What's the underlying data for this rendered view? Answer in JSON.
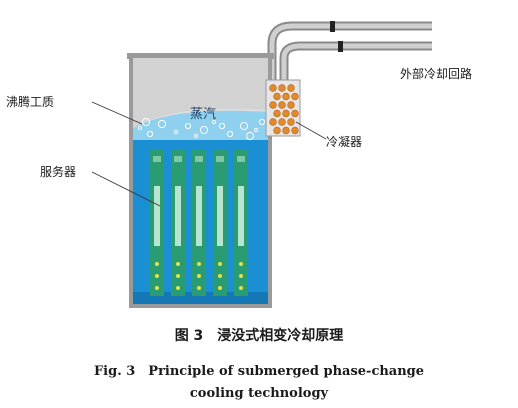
{
  "labels": {
    "boiling_fluid": "沸腾工质",
    "vapor": "蒸汽",
    "server": "服务器",
    "condenser": "冷凝器",
    "external_loop": "外部冷却回路"
  },
  "caption": {
    "zh": "图 3　浸没式相变冷却原理",
    "en_line1": "Fig. 3　Principle of submerged phase-change",
    "en_line2": "cooling technology"
  },
  "colors": {
    "tank_edge": "#9a9a9a",
    "vapor_space": "#dcdcdc",
    "liquid": "#1b8fd3",
    "bubble_layer": "#8fd0ee",
    "server_blade": "#2a9c74",
    "condenser": "#e08a2c",
    "pipe": "#9a9a9a"
  },
  "server_count": 5
}
